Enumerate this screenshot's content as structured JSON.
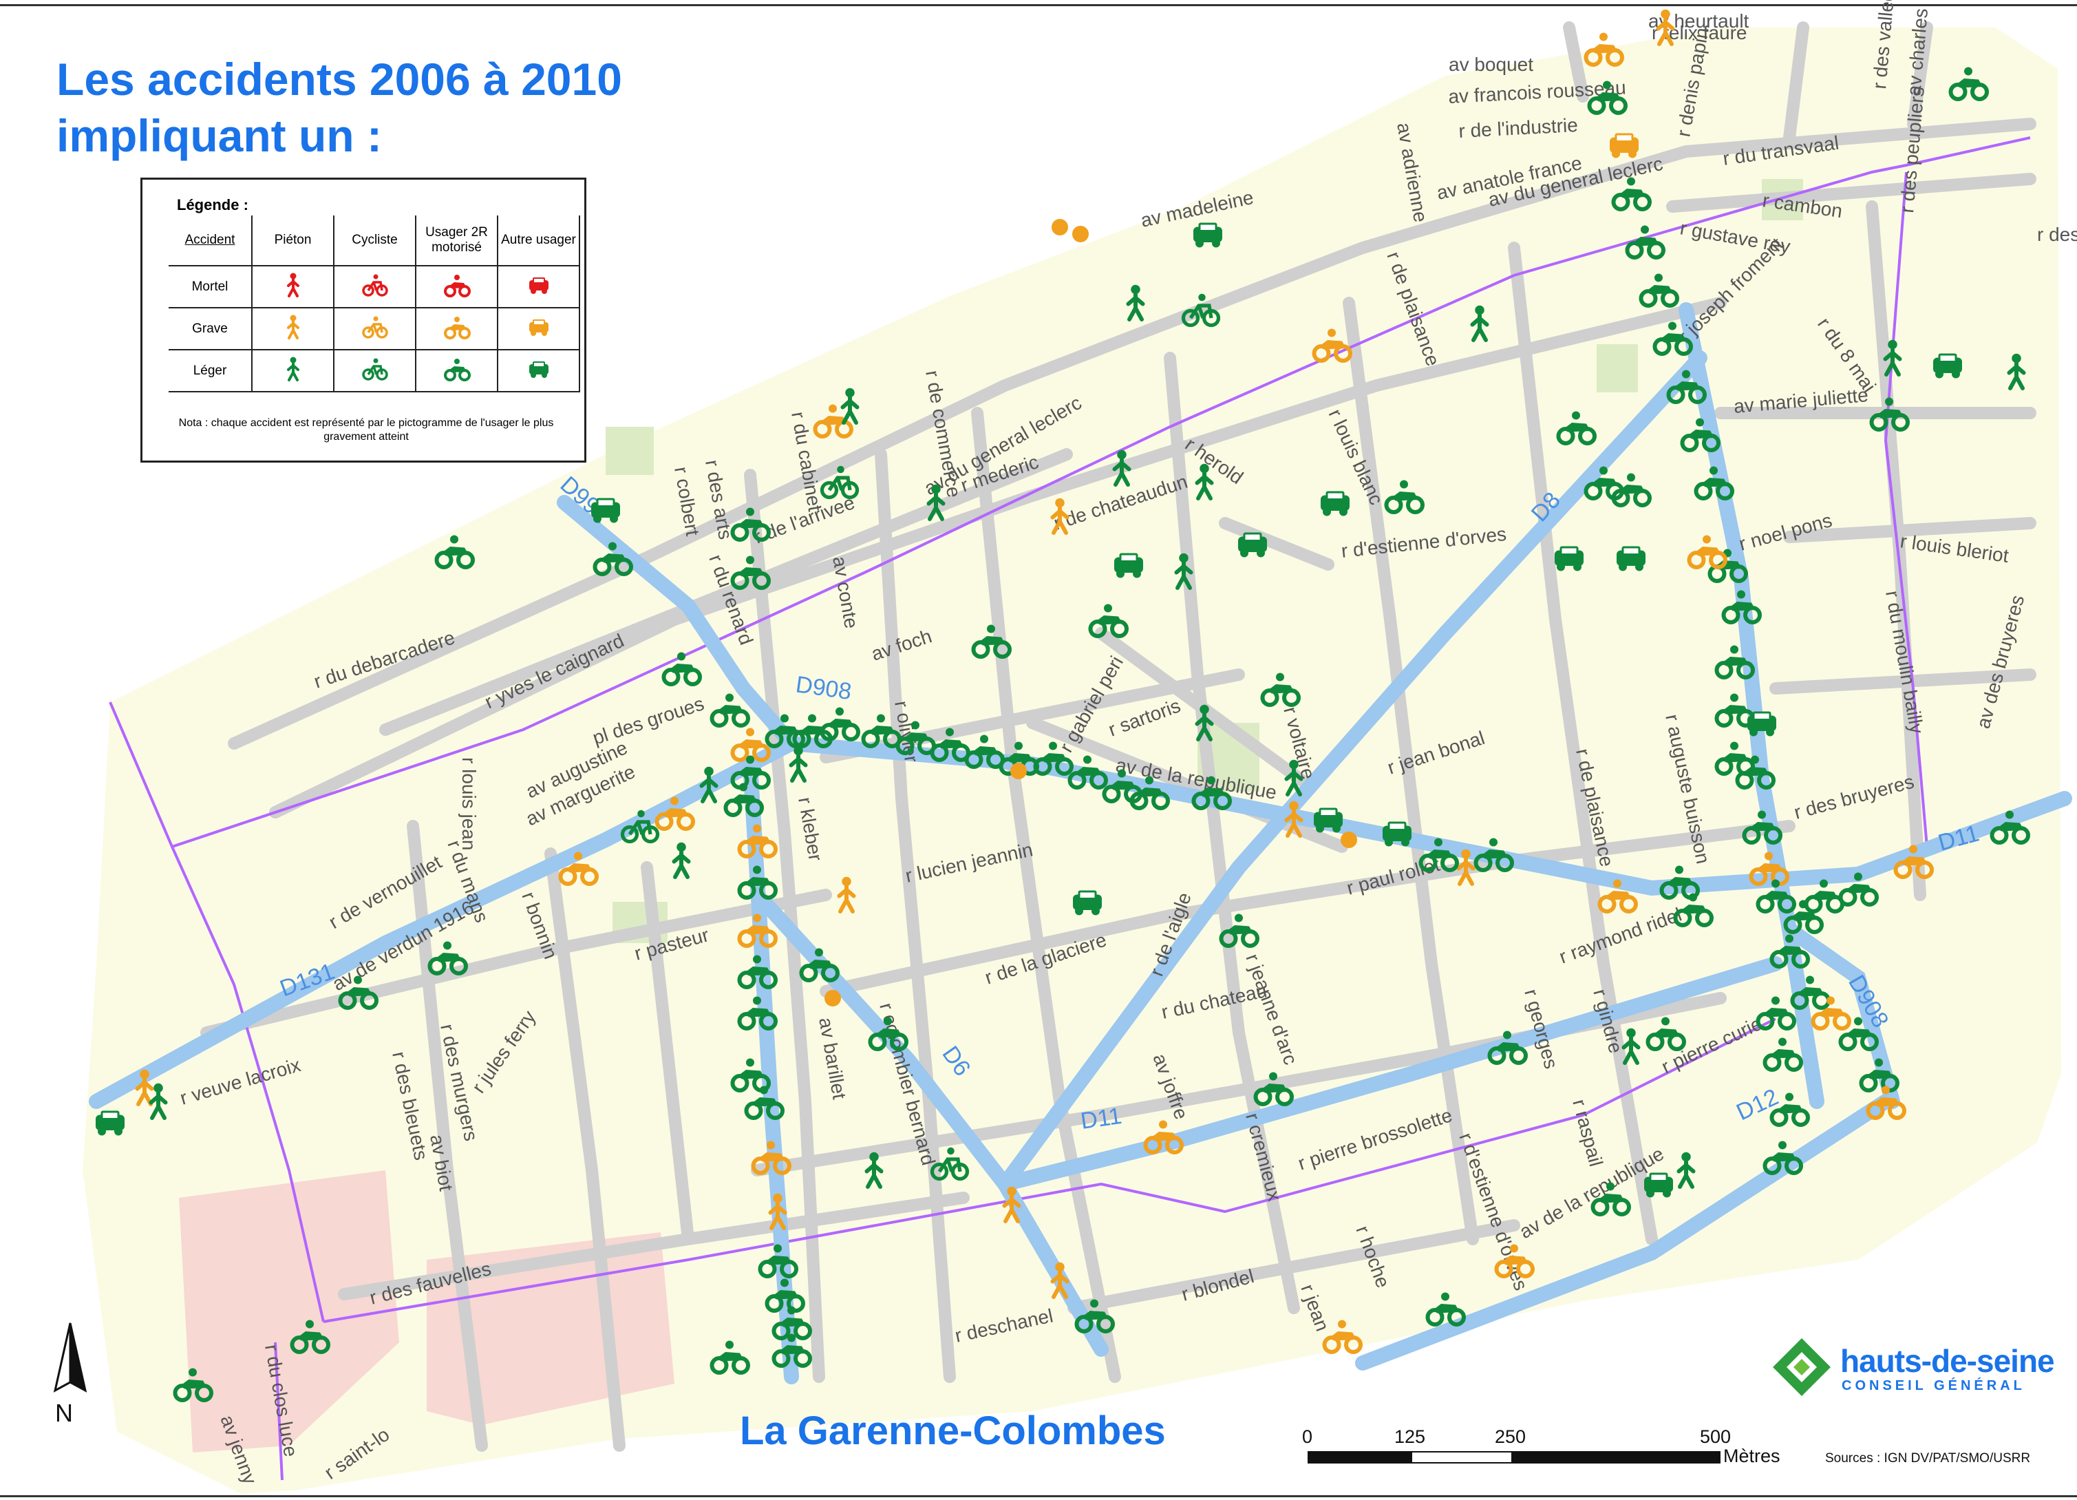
{
  "title_line1": "Les accidents 2006 à 2010",
  "title_line2": "impliquant un :",
  "legend": {
    "title": "Légende :",
    "header": [
      "Accident",
      "Piéton",
      "Cycliste",
      "Usager 2R motorisé",
      "Autre usager"
    ],
    "rows": [
      {
        "label": "Mortel",
        "color": "#e31a1c"
      },
      {
        "label": "Grave",
        "color": "#f0a01e"
      },
      {
        "label": "Léger",
        "color": "#0f8a3c"
      }
    ],
    "nota": "Nota : chaque accident est représenté par le pictogramme de l'usager le plus gravement atteint"
  },
  "place_name": "La Garenne-Colombes",
  "north_label": "N",
  "scale": {
    "ticks": [
      "0",
      "125",
      "250",
      "500"
    ],
    "units": "Mètres"
  },
  "sources": "Sources : IGN    DV/PAT/SMO/USRR",
  "logo": {
    "name": "hauts-de-seine",
    "sub": "CONSEIL GÉNÉRAL"
  },
  "route_labels": [
    "D992",
    "D908",
    "D131",
    "D6",
    "D11",
    "D8",
    "D908",
    "D11",
    "D12"
  ],
  "street_labels": [
    "r du debarcadere",
    "r yves le caignard",
    "pl des groues",
    "av augustine",
    "av marguerite",
    "r louis jean",
    "r de vernouillet",
    "av de verdun 1916",
    "r du mans",
    "r bonnin",
    "r pasteur",
    "r veuve lacroix",
    "r des bleuets",
    "r des murgers",
    "av biot",
    "r jules ferry",
    "r des fauvelles",
    "r du clos luce",
    "av jenny",
    "r saint-lo",
    "r colbert",
    "r du renard",
    "av foch",
    "av du general leclerc",
    "r mederic",
    "r de chateaudun",
    "r herold",
    "r louis blanc",
    "r d'estienne d'orves",
    "r gabriel peri",
    "r sartoris",
    "av de la republique",
    "r voltaire",
    "r jean bonal",
    "r paul rollet",
    "r lucien jeannin",
    "r de la glaciere",
    "r kleber",
    "av barillet",
    "r colombier bernard",
    "r de l'aigle",
    "r du chateau",
    "av joffre",
    "r jeanne d'arc",
    "r cremieux",
    "r pierre brossolette",
    "r d'estienne d'orves",
    "r hoche",
    "r blondel",
    "r jean",
    "r deschanel",
    "av de la republique",
    "r raymond ridel",
    "r georges",
    "r gindre",
    "r raspail",
    "r pierre curie",
    "r de plaisance",
    "r auguste buisson",
    "r des bruyeres",
    "r noel pons",
    "r louis bleriot",
    "r du moulin bailly",
    "av des bruyeres",
    "r du 8 mai",
    "av marie juliette",
    "r des peupliers",
    "r joseph froment",
    "r gustave rey",
    "r cambon",
    "r du transvaal",
    "av du general leclerc",
    "av anatole france",
    "av adrienne",
    "r de plaisance",
    "av madeleine",
    "r de l'industrie",
    "av francois rousseau",
    "av boquet",
    "r felix faure",
    "r denis papin",
    "av heurtault",
    "r des vallees",
    "av charles",
    "r des",
    "r de l'arrivee",
    "av conte",
    "r olivier",
    "r de commerce",
    "r des arts",
    "r du cabinet"
  ]
}
